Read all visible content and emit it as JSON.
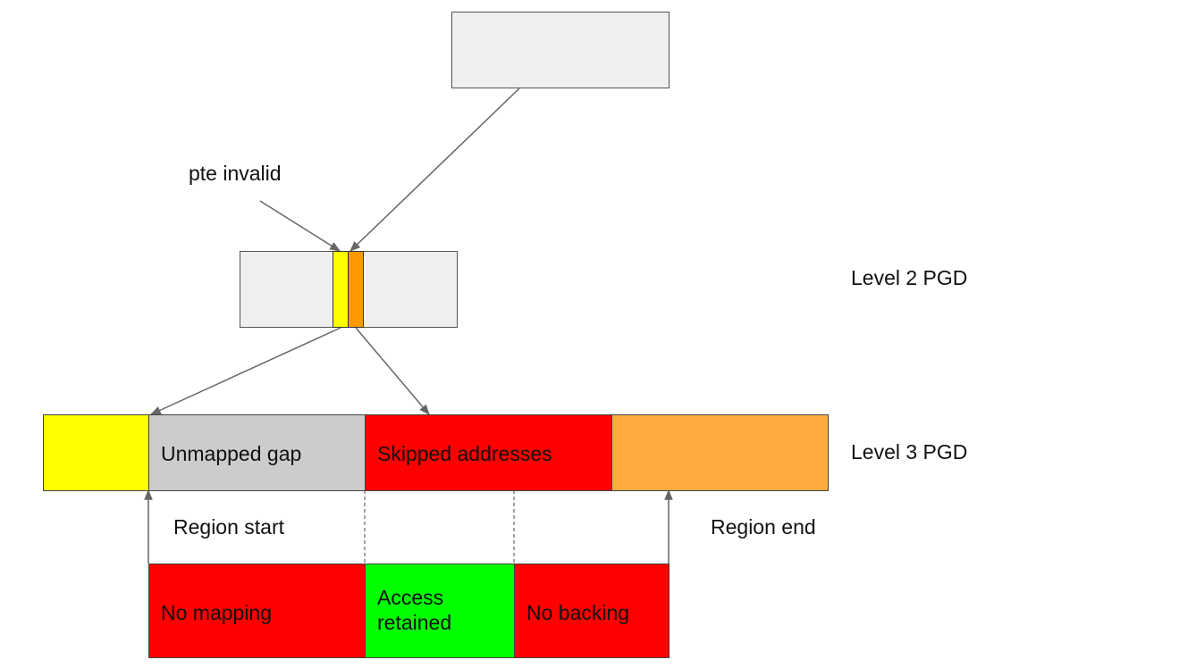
{
  "labels": {
    "pte_invalid": "pte invalid",
    "level2": "Level 2 PGD",
    "level3": "Level 3 PGD",
    "region_start": "Region start",
    "region_end": "Region end"
  },
  "level3_segments": [
    {
      "text": "",
      "color": "#ffff00"
    },
    {
      "text": "Unmapped gap",
      "color": "#cccccc"
    },
    {
      "text": "Skipped addresses",
      "color": "#ff0000"
    },
    {
      "text": "",
      "color": "#ffab40"
    }
  ],
  "bottom_segments": [
    {
      "text": "No mapping",
      "color": "#ff0000"
    },
    {
      "text": "Access\nretained",
      "color": "#00ff00"
    },
    {
      "text": "No backing",
      "color": "#ff0000"
    }
  ],
  "colors": {
    "box_fill": "#efefef",
    "pte_yellow": "#ffff00",
    "pte_orange": "#ff9900",
    "line": "#666666"
  }
}
